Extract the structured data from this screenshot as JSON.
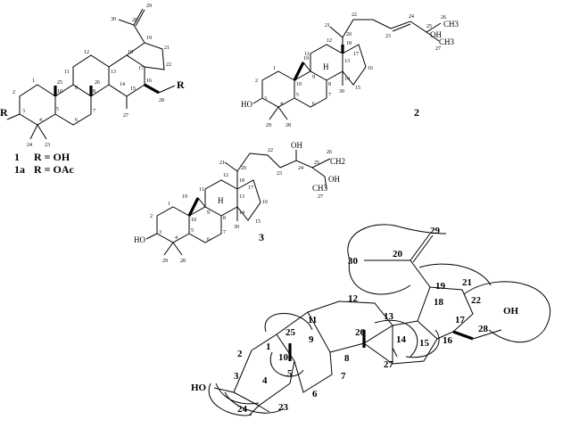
{
  "compounds": {
    "c1": {
      "label_1": "1",
      "def_1": "R = OH",
      "label_1a": "1a",
      "def_1a": "R = OAc",
      "r_label": "R",
      "r_left": "R",
      "atoms": {
        "a1": "1",
        "a2": "2",
        "a3": "3",
        "a4": "4",
        "a5": "5",
        "a6": "6",
        "a7": "7",
        "a8": "8",
        "a9": "9",
        "a10": "10",
        "a11": "11",
        "a12": "12",
        "a13": "13",
        "a14": "14",
        "a15": "15",
        "a16": "16",
        "a17": "17",
        "a18": "18",
        "a19": "19",
        "a20": "20",
        "a21": "21",
        "a22": "22",
        "a23": "23",
        "a24": "24",
        "a25": "25",
        "a26": "26",
        "a27": "27",
        "a28": "28",
        "a29": "29",
        "a30": "30"
      }
    },
    "c2": {
      "label": "2",
      "oh3": "HO",
      "oh25": "OH",
      "me26": "CH3",
      "me27": "CH3",
      "h8": "H",
      "atoms": {
        "a1": "1",
        "a2": "2",
        "a3": "3",
        "a4": "4",
        "a5": "5",
        "a6": "6",
        "a7": "7",
        "a8": "8",
        "a9": "9",
        "a10": "10",
        "a11": "11",
        "a12": "12",
        "a13": "13",
        "a14": "14",
        "a15": "15",
        "a16": "16",
        "a17": "17",
        "a18": "18",
        "a19": "19",
        "a20": "20",
        "a21": "21",
        "a22": "22",
        "a23": "23",
        "a24": "24",
        "a25": "25",
        "a26": "26",
        "a27": "27",
        "a28": "28",
        "a29": "29",
        "a30": "30"
      }
    },
    "c3": {
      "label": "3",
      "oh3": "HO",
      "oh24": "OH",
      "oh25": "OH",
      "ch2": "CH2",
      "ch3": "CH3",
      "h8": "H",
      "atoms": {
        "a1": "1",
        "a2": "2",
        "a3": "3",
        "a4": "4",
        "a5": "5",
        "a6": "6",
        "a7": "7",
        "a8": "8",
        "a9": "9",
        "a10": "10",
        "a11": "11",
        "a12": "12",
        "a13": "13",
        "a14": "14",
        "a15": "15",
        "a16": "16",
        "a17": "17",
        "a18": "18",
        "a19": "19",
        "a20": "20",
        "a21": "21",
        "a22": "22",
        "a23": "23",
        "a24": "24",
        "a25": "25",
        "a26": "26",
        "a27": "27",
        "a28": "28",
        "a29": "29",
        "a30": "30"
      }
    },
    "hmbc": {
      "ho": "HO",
      "oh": "OH",
      "atoms": {
        "a1": "1",
        "a2": "2",
        "a3": "3",
        "a4": "4",
        "a5": "5",
        "a6": "6",
        "a7": "7",
        "a8": "8",
        "a9": "9",
        "a10": "10",
        "a11": "11",
        "a12": "12",
        "a13": "13",
        "a14": "14",
        "a15": "15",
        "a16": "16",
        "a17": "17",
        "a18": "18",
        "a19": "19",
        "a20": "20",
        "a21": "21",
        "a22": "22",
        "a23": "23",
        "a24": "24",
        "a25": "25",
        "a26": "26",
        "a27": "27",
        "a28": "28",
        "a29": "29",
        "a30": "30"
      }
    }
  }
}
